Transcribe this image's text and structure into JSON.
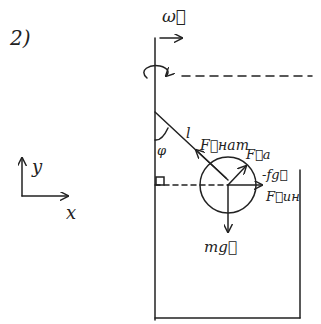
{
  "diagram": {
    "labels": [
      "2)",
      "ω⃗",
      "y",
      "x",
      "φ",
      "l",
      "F⃗нат",
      "F⃗a",
      "-fg⃗",
      "F⃗ин",
      "mg⃗"
    ]
  }
}
